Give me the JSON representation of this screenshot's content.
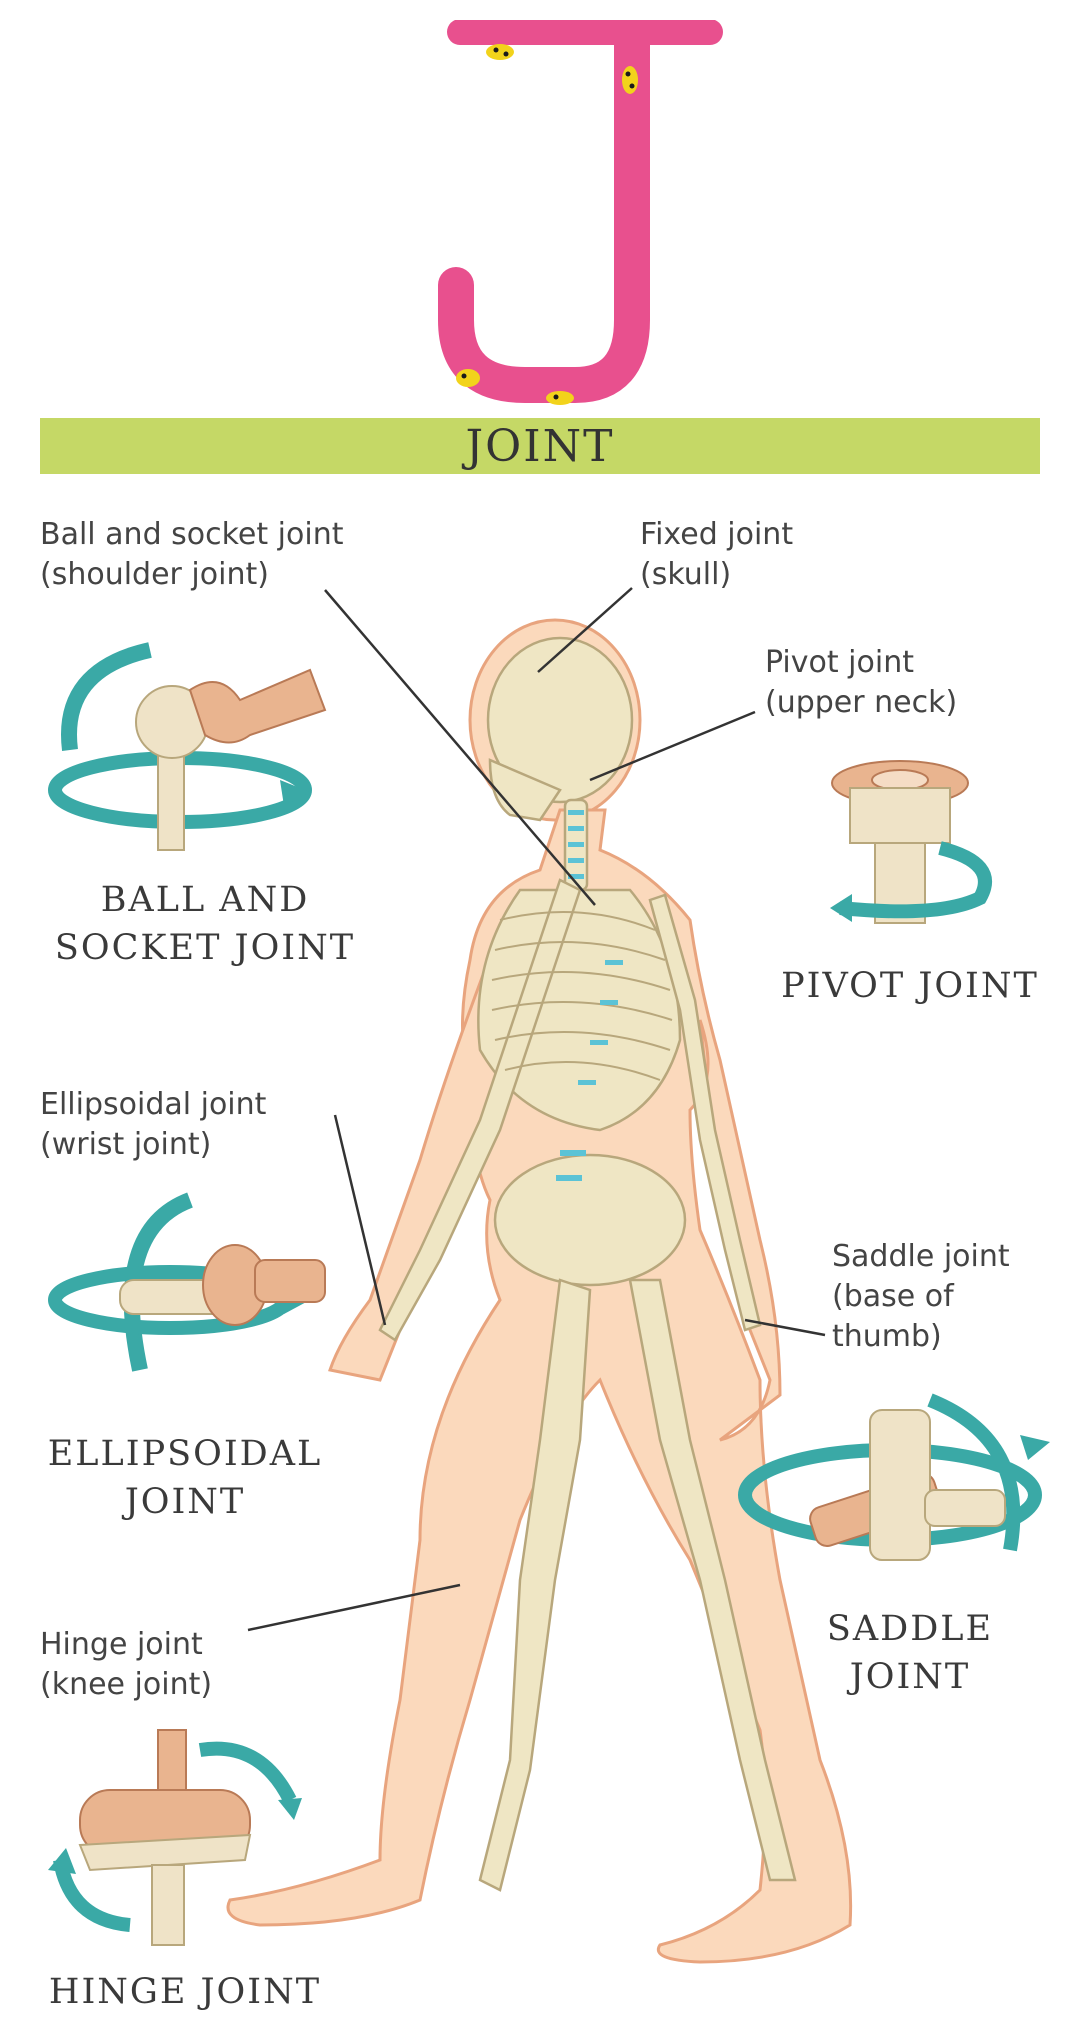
{
  "banner": {
    "title": "JOINT"
  },
  "colors": {
    "letter": "#e8508e",
    "letter_dots": "#f2d31b",
    "banner": "#c5d866",
    "skin": "#fbd9bc",
    "bone": "#efe6c4",
    "teal": "#3aa9a6",
    "cartilage": "#5bc3d6"
  },
  "callouts": {
    "ball_socket": {
      "line1": "Ball and socket joint",
      "line2": "(shoulder joint)"
    },
    "fixed": {
      "line1": "Fixed joint",
      "line2": "(skull)"
    },
    "pivot": {
      "line1": "Pivot joint",
      "line2": "(upper neck)"
    },
    "ellipsoidal": {
      "line1": "Ellipsoidal joint",
      "line2": "(wrist joint)"
    },
    "saddle": {
      "line1": "Saddle joint",
      "line2": "(base of",
      "line3": "thumb)"
    },
    "hinge": {
      "line1": "Hinge joint",
      "line2": "(knee joint)"
    }
  },
  "joint_types": {
    "ball_socket": {
      "line1": "BALL AND",
      "line2": "SOCKET JOINT"
    },
    "pivot": {
      "line1": "PIVOT JOINT"
    },
    "ellipsoidal": {
      "line1": "ELLIPSOIDAL",
      "line2": "JOINT"
    },
    "saddle": {
      "line1": "SADDLE",
      "line2": "JOINT"
    },
    "hinge": {
      "line1": "HINGE JOINT"
    }
  }
}
